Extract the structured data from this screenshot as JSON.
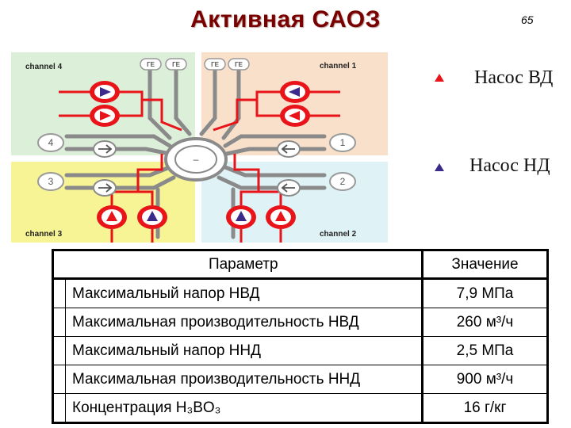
{
  "slide": {
    "title": "Активная САОЗ",
    "number": "65"
  },
  "diagram": {
    "channels": [
      "channel 4",
      "channel 1",
      "channel 3",
      "channel 2"
    ],
    "channel_numbers": [
      "4",
      "1",
      "3",
      "2"
    ],
    "ge_label": "ГЕ",
    "center_symbol": "–",
    "colors": {
      "quad_green": "#dcefd9",
      "quad_peach": "#f9e0cb",
      "quad_yellow": "#f6f494",
      "quad_blue": "#dff3f7",
      "pipe_red": "#e8141a",
      "pipe_gray": "#8a8a8a",
      "pump_hp_triangle": "#e8141a",
      "pump_lp_triangle": "#3b2a8a"
    }
  },
  "legend": {
    "high_pressure": "Насос ВД",
    "low_pressure": "Насос НД"
  },
  "table": {
    "headers": [
      "Параметр",
      "Значение"
    ],
    "rows": [
      {
        "param": "Максимальный напор НВД",
        "value": "7,9 МПа"
      },
      {
        "param": "Максимальная производительность НВД",
        "value": "260 м³/ч"
      },
      {
        "param": "Максимальный напор ННД",
        "value": "2,5 МПа"
      },
      {
        "param": "Максимальная производительность ННД",
        "value": "900 м³/ч"
      },
      {
        "param": "Концентрация H₃BO₃",
        "value": "16 г/кг"
      }
    ]
  }
}
